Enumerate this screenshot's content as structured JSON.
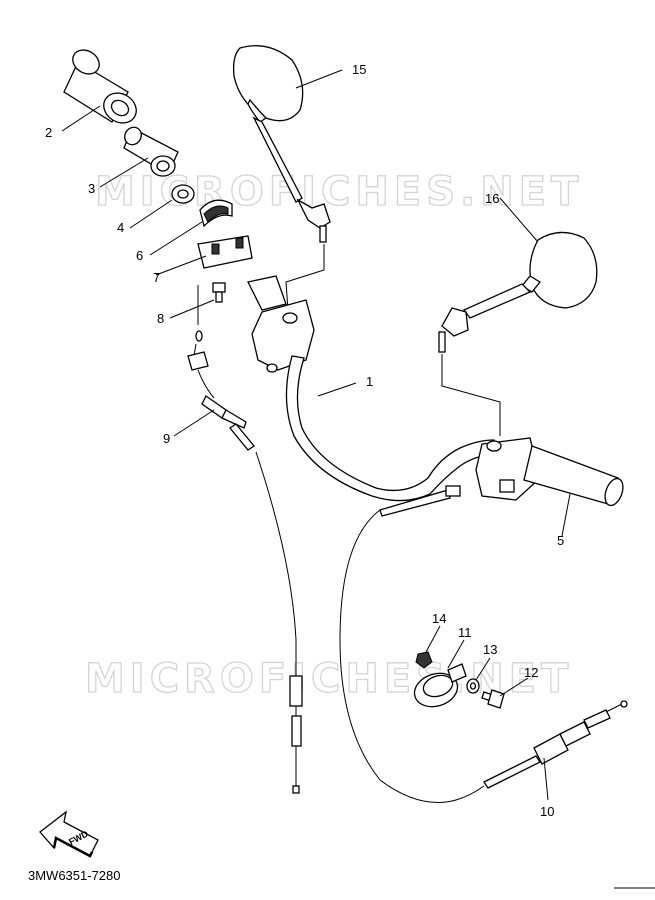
{
  "watermark": "MICROFICHES.NET",
  "diagram_code": "3MW6351-7280",
  "fwd_label": "FWD",
  "callouts": [
    {
      "id": "2",
      "label": "2"
    },
    {
      "id": "3",
      "label": "3"
    },
    {
      "id": "4",
      "label": "4"
    },
    {
      "id": "6",
      "label": "6"
    },
    {
      "id": "7",
      "label": "7"
    },
    {
      "id": "8",
      "label": "8"
    },
    {
      "id": "9",
      "label": "9"
    },
    {
      "id": "1",
      "label": "1"
    },
    {
      "id": "15",
      "label": "15"
    },
    {
      "id": "16",
      "label": "16"
    },
    {
      "id": "5",
      "label": "5"
    },
    {
      "id": "14",
      "label": "14"
    },
    {
      "id": "11",
      "label": "11"
    },
    {
      "id": "13",
      "label": "13"
    },
    {
      "id": "12",
      "label": "12"
    },
    {
      "id": "10",
      "label": "10"
    }
  ]
}
